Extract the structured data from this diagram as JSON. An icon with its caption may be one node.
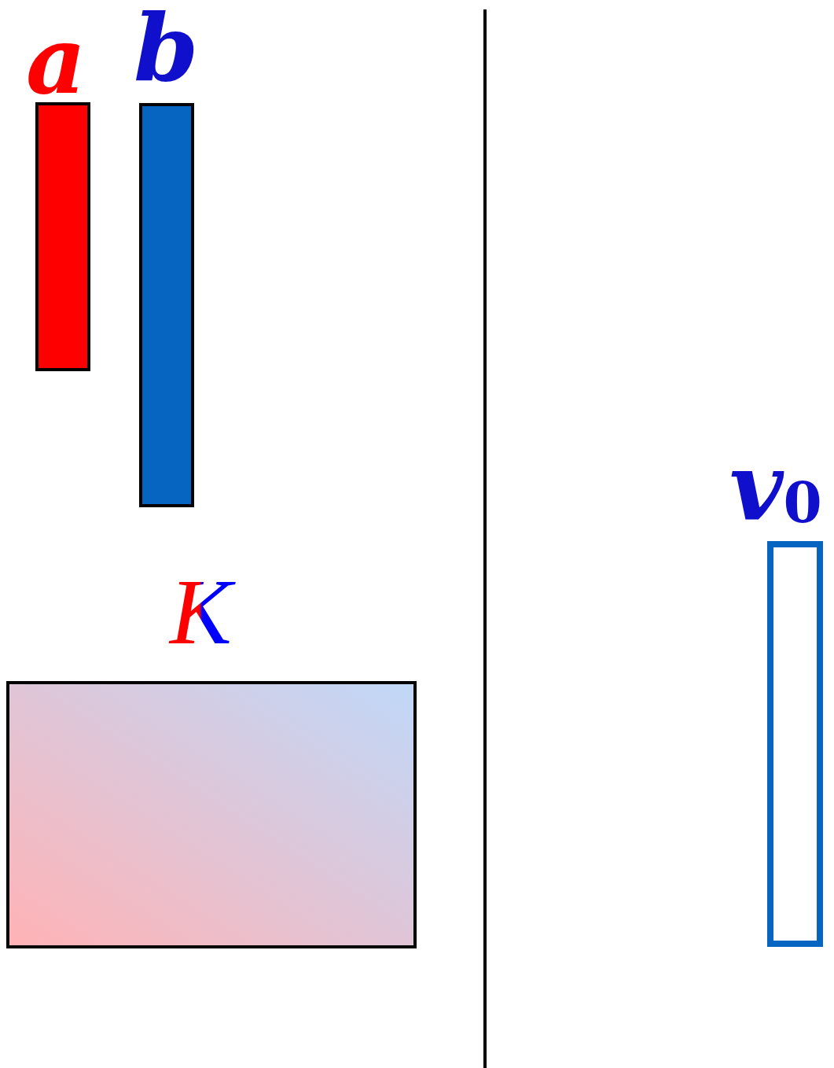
{
  "diagram": {
    "nodes": [
      {
        "text": [
          "a"
        ]
      },
      {
        "text": [
          "b"
        ]
      },
      {
        "text": [
          "K"
        ]
      },
      {
        "text": [
          "v$_{0}$"
        ]
      }
    ]
  }
}
